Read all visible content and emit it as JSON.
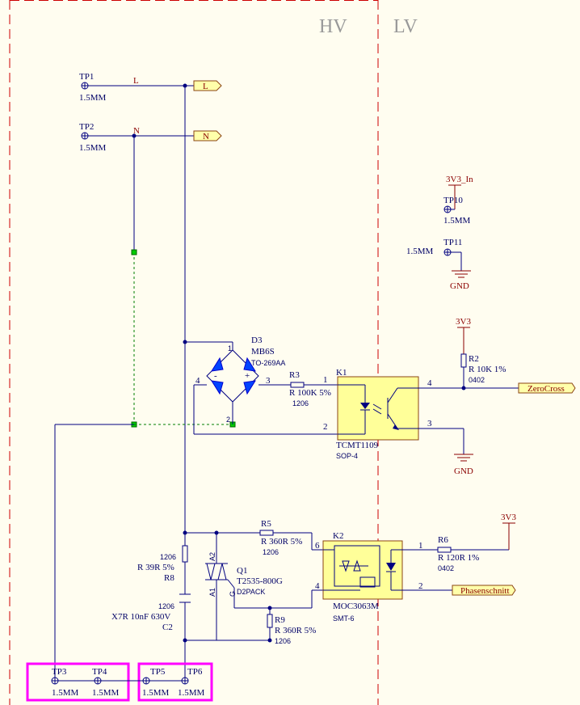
{
  "zones": {
    "hv": "HV",
    "lv": "LV"
  },
  "colors": {
    "wire": "#000080",
    "power": "#8b0000",
    "part_fill": "#ffff99",
    "part_border": "#8b4513",
    "highlight": "#ff00ff",
    "divider": "#cc0000",
    "junction": "#000080",
    "net_fill": "#ffffaa"
  },
  "testpoints": [
    {
      "ref": "TP1",
      "value": "1.5MM"
    },
    {
      "ref": "TP2",
      "value": "1.5MM"
    },
    {
      "ref": "TP10",
      "value": "1.5MM"
    },
    {
      "ref": "TP11",
      "value": "1.5MM"
    },
    {
      "ref": "TP3",
      "value": "1.5MM"
    },
    {
      "ref": "TP4",
      "value": "1.5MM"
    },
    {
      "ref": "TP5",
      "value": "1.5MM"
    },
    {
      "ref": "TP6",
      "value": "1.5MM"
    }
  ],
  "nets": {
    "L": "L",
    "N": "N",
    "zerocross": "ZeroCross",
    "phasenschnitt": "Phasenschnitt"
  },
  "power": {
    "v3_in": "3V3_In",
    "v3a": "3V3",
    "v3b": "3V3",
    "gnd1": "GND",
    "gnd2": "GND"
  },
  "bridge": {
    "ref": "D3",
    "value": "MB6S",
    "package": "TO-269AA",
    "pins": [
      "1",
      "2",
      "3",
      "4"
    ],
    "plus": "+",
    "minus": "-"
  },
  "optocoupler_k1": {
    "ref": "K1",
    "value": "TCMT1109",
    "package": "SOP-4",
    "pins": [
      "1",
      "2",
      "3",
      "4"
    ]
  },
  "optotriac_k2": {
    "ref": "K2",
    "value": "MOC3063M",
    "package": "SMT-6",
    "pins": [
      "1",
      "2",
      "4",
      "6"
    ]
  },
  "triac_q1": {
    "ref": "Q1",
    "value": "T2535-800G",
    "package": "D2PACK",
    "pins": [
      "A2",
      "A1",
      "G"
    ]
  },
  "resistors": {
    "r2": {
      "ref": "R2",
      "value": "R 10K 1%",
      "package": "0402"
    },
    "r3": {
      "ref": "R3",
      "value": "R 100K 5%",
      "package": "1206"
    },
    "r5": {
      "ref": "R5",
      "value": "R 360R 5%",
      "package": "1206"
    },
    "r6": {
      "ref": "R6",
      "value": "R 120R 1%",
      "package": "0402"
    },
    "r8": {
      "ref": "R8",
      "value": "R 39R 5%",
      "package": "1206"
    },
    "r9": {
      "ref": "R9",
      "value": "R 360R 5%",
      "package": "1206"
    }
  },
  "capacitor_c2": {
    "ref": "C2",
    "value": "X7R 10nF 630V",
    "package": "1206"
  }
}
